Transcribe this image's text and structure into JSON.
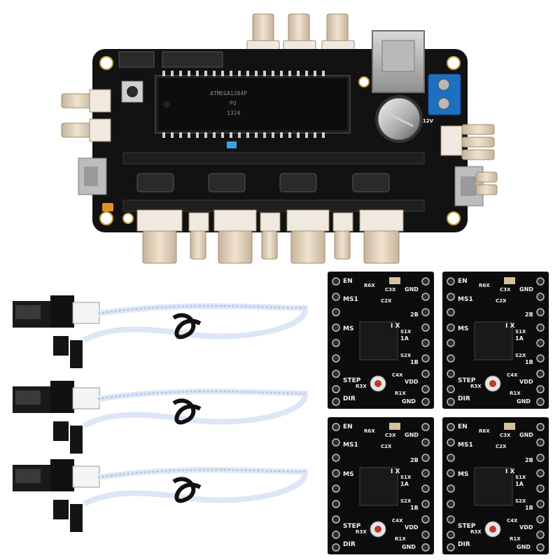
{
  "image": {
    "subject": "3D printer controller kit",
    "contents": [
      "main-controller-board",
      "endstop-switch-cables",
      "stepper-driver-modules"
    ]
  },
  "main_board": {
    "pcb_color": "#121212",
    "header_color": "#d9c8b0",
    "chip_label_1": "ATMEGA1284P",
    "chip_label_2": "PU",
    "chip_label_3": "1324",
    "terminal_label": "+12V",
    "power_block_color": "#1e6fbf"
  },
  "endstop_cables": {
    "count": 3,
    "cable_color": "#dde6f6",
    "tie_color": "#111111"
  },
  "driver_boards": {
    "count": 4,
    "pcb_color": "#0c0c0c",
    "pins_left": [
      "EN",
      "MS1",
      "MS",
      "STEP",
      "DIR"
    ],
    "pins_right": [
      "GND",
      "2B",
      "1A",
      "1B",
      "VDD",
      "GND"
    ],
    "component_labels": [
      "C3X",
      "C2X",
      "R6X",
      "S1X",
      "S2X",
      "R3X",
      "R1X",
      "C4X"
    ],
    "chip_mark": "I X"
  }
}
